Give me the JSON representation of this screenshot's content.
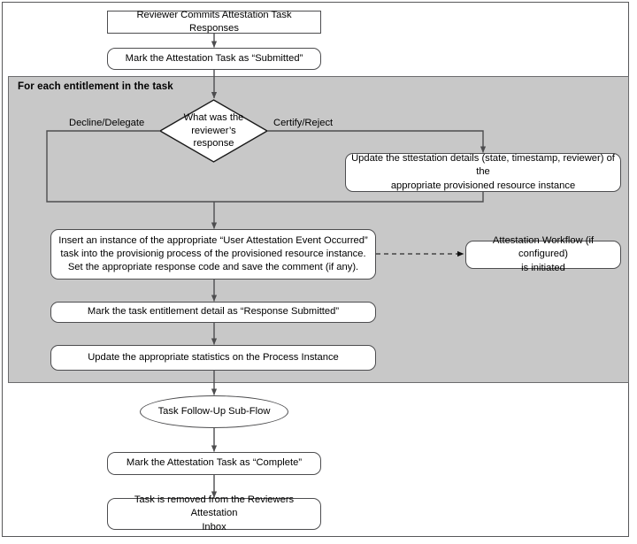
{
  "figure": {
    "type": "flowchart",
    "orientation": "top-to-bottom"
  },
  "loop": {
    "title": "For each entitlement in the task",
    "panel_color": "#c8c8c8"
  },
  "nodes": {
    "commit": {
      "label": "Reviewer Commits Attestation Task Responses",
      "shape": "rectangle"
    },
    "submitted": {
      "label": "Mark the Attestation Task as “Submitted”",
      "shape": "rounded-rectangle"
    },
    "decision": {
      "label": "What was the\nreviewer’s\nresponse",
      "line1": "What was the",
      "line2": "reviewer’s",
      "line3": "response",
      "shape": "diamond"
    },
    "update_details": {
      "line1": "Update the sttestation details (state, timestamp, reviewer) of the",
      "line2": "appropriate provisioned resource instance",
      "shape": "rounded-rectangle"
    },
    "insert_instance": {
      "line1": "Insert an instance of the appropriate “User Attestation Event Occurred”",
      "line2": "task into the provisionig process of the provisioned resource instance.",
      "line3": "Set the appropriate response code and save the comment (if any).",
      "shape": "rounded-rectangle"
    },
    "workflow": {
      "line1": "Attestation Workflow (if configured)",
      "line2": "is initiated",
      "shape": "rounded-rectangle"
    },
    "mark_response": {
      "label": "Mark the task entitlement detail as  “Response Submitted”",
      "shape": "rounded-rectangle"
    },
    "update_stats": {
      "label": "Update the appropriate statistics on the Process Instance",
      "shape": "rounded-rectangle"
    },
    "subflow": {
      "label": "Task Follow-Up Sub-Flow",
      "shape": "oval"
    },
    "complete": {
      "label": "Mark the Attestation Task as “Complete”",
      "shape": "rounded-rectangle"
    },
    "removed": {
      "line1": "Task is removed from the Reviewers Attestation",
      "line2": "Inbox",
      "shape": "rounded-rectangle"
    }
  },
  "edges": {
    "decline_label": "Decline/Delegate",
    "certify_label": "Certify/Reject"
  },
  "colors": {
    "panel": "#c8c8c8",
    "node_fill": "#ffffff",
    "stroke": "#4d4d4f",
    "frame": "#58585a",
    "text": "#000000"
  }
}
